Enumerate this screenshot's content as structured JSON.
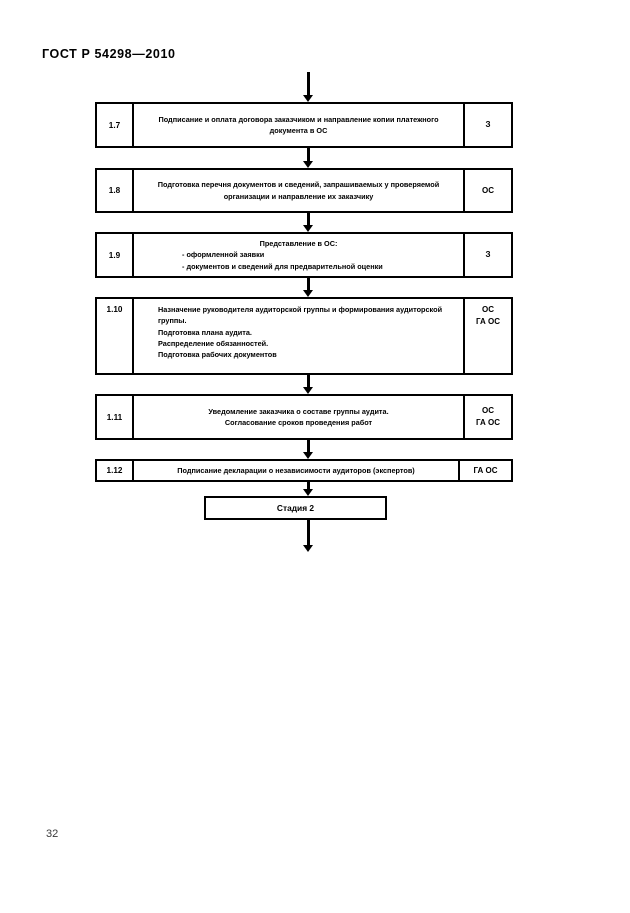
{
  "document": {
    "standard_header": "ГОСТ Р 54298—2010",
    "page_number": "32"
  },
  "flowchart": {
    "stage_box_label": "Стадия 2",
    "rows": [
      {
        "number": "1.7",
        "text": "Подписание и оплата договора заказчиком и направление копии платежного документа в ОС",
        "responsible": "З"
      },
      {
        "number": "1.8",
        "text": "Подготовка перечня документов и сведений, запрашиваемых у проверяемой организации и направление их заказчику",
        "responsible": "ОС"
      },
      {
        "number": "1.9",
        "heading": "Представление в ОС:",
        "text": "- оформленной заявки\n- документов и сведений для предварительной оценки",
        "responsible": "З"
      },
      {
        "number": "1.10",
        "text": "Назначение руководителя аудиторской группы и формирования аудиторской группы.\nПодготовка плана аудита.\nРаспределение обязанностей.\nПодготовка рабочих документов",
        "responsible": "ОС\nГА ОС"
      },
      {
        "number": "1.11",
        "text": "Уведомление заказчика о составе группы аудита.\nСогласование сроков проведения работ",
        "responsible": "ОС\nГА ОС"
      },
      {
        "number": "1.12",
        "text": "Подписание декларации о независимости аудиторов (экспертов)",
        "responsible": "ГА ОС"
      }
    ]
  }
}
